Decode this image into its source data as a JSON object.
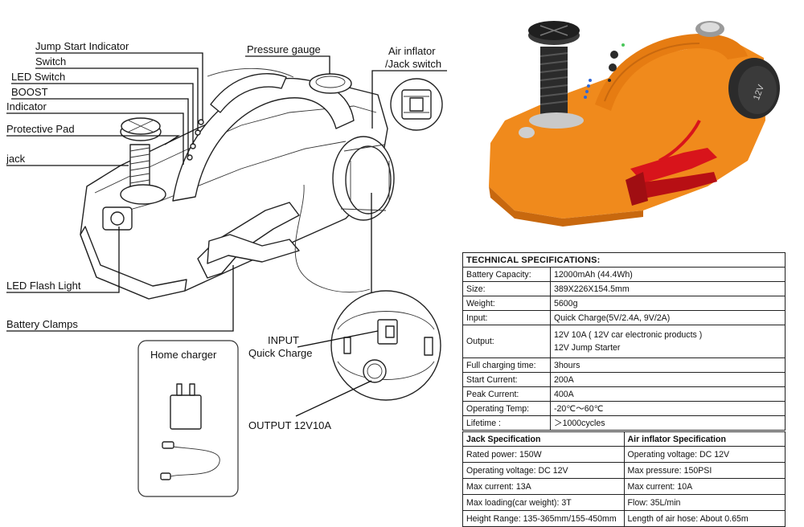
{
  "labels": {
    "jump_start_indicator": "Jump Start Indicator",
    "switch": "Switch",
    "led_switch": "LED Switch",
    "boost": "BOOST",
    "indicator": "Indicator",
    "protective_pad": "Protective Pad",
    "jack": "jack",
    "led_flash_light": "LED Flash Light",
    "battery_clamps": "Battery Clamps",
    "pressure_gauge": "Pressure gauge",
    "air_inflator_line1": "Air inflator",
    "air_inflator_line2": "/Jack switch",
    "input_line1": "INPUT",
    "input_line2": "Quick Charge",
    "output": "OUTPUT 12V10A",
    "home_charger": "Home charger",
    "battery_badge": "12V"
  },
  "colors": {
    "body_orange": "#f08a1c",
    "clamp_red": "#d8141b",
    "dark": "#2b2b2b"
  },
  "spec": {
    "title": "TECHNICAL SPECIFICATIONS:",
    "rows": [
      {
        "k": "Battery Capacity:",
        "v": "12000mAh (44.4Wh)"
      },
      {
        "k": "Size:",
        "v": "389X226X154.5mm"
      },
      {
        "k": "Weight:",
        "v": "5600g"
      },
      {
        "k": "Input:",
        "v": "Quick Charge(5V/2.4A,  9V/2A)"
      }
    ],
    "output_k": "Output:",
    "output_v1": "12V 10A ( 12V car electronic products )",
    "output_v2": "12V Jump Starter",
    "rows2": [
      {
        "k": "Full charging time:",
        "v": "3hours"
      },
      {
        "k": "Start Current:",
        "v": "200A"
      },
      {
        "k": "Peak Current:",
        "v": "400A"
      },
      {
        "k": "Operating Temp:",
        "v": "-20℃～60℃"
      },
      {
        "k": "Lifetime :",
        "v": "＞1000cycles"
      }
    ],
    "jack_title": "Jack Specification",
    "air_title": "Air inflator Specification",
    "pairs": [
      {
        "l": "Rated power:   150W",
        "r": "Operating voltage:   DC 12V"
      },
      {
        "l": "Operating voltage:   DC 12V",
        "r": "Max pressure:   150PSI"
      },
      {
        "l": "Max current:   13A",
        "r": "Max current:   10A"
      },
      {
        "l": "Max loading(car weight):   3T",
        "r": "Flow:   35L/min"
      },
      {
        "l": "Height Range:   135-365mm/155-450mm",
        "r": "Length of air hose:   About 0.65m"
      }
    ]
  }
}
